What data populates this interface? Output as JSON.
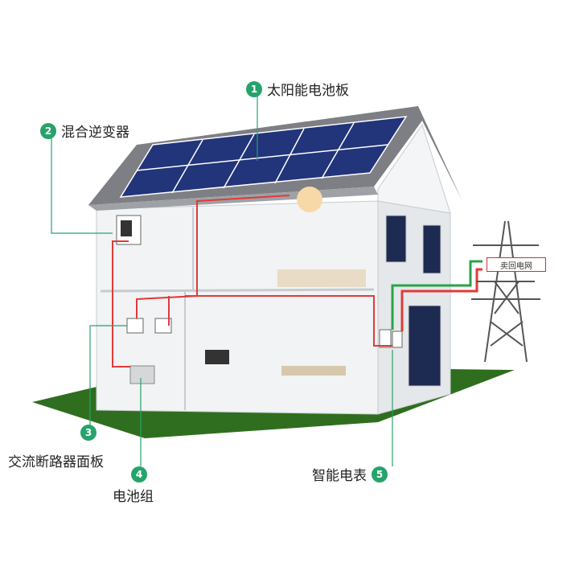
{
  "callouts": [
    {
      "number": "1",
      "label": "太阳能电池板"
    },
    {
      "number": "2",
      "label": "混合逆变器"
    },
    {
      "number": "3",
      "label": "交流断路器面板"
    },
    {
      "number": "4",
      "label": "电池组"
    },
    {
      "number": "5",
      "label": "智能电表"
    }
  ],
  "grid_sign": "卖回电网",
  "colors": {
    "accent": "#26a36b",
    "wire_red": "#e03a3a",
    "wire_green": "#2aa34a",
    "grass": "#2f6e1e",
    "roof": "#7d7f84",
    "panel": "#22347a"
  }
}
